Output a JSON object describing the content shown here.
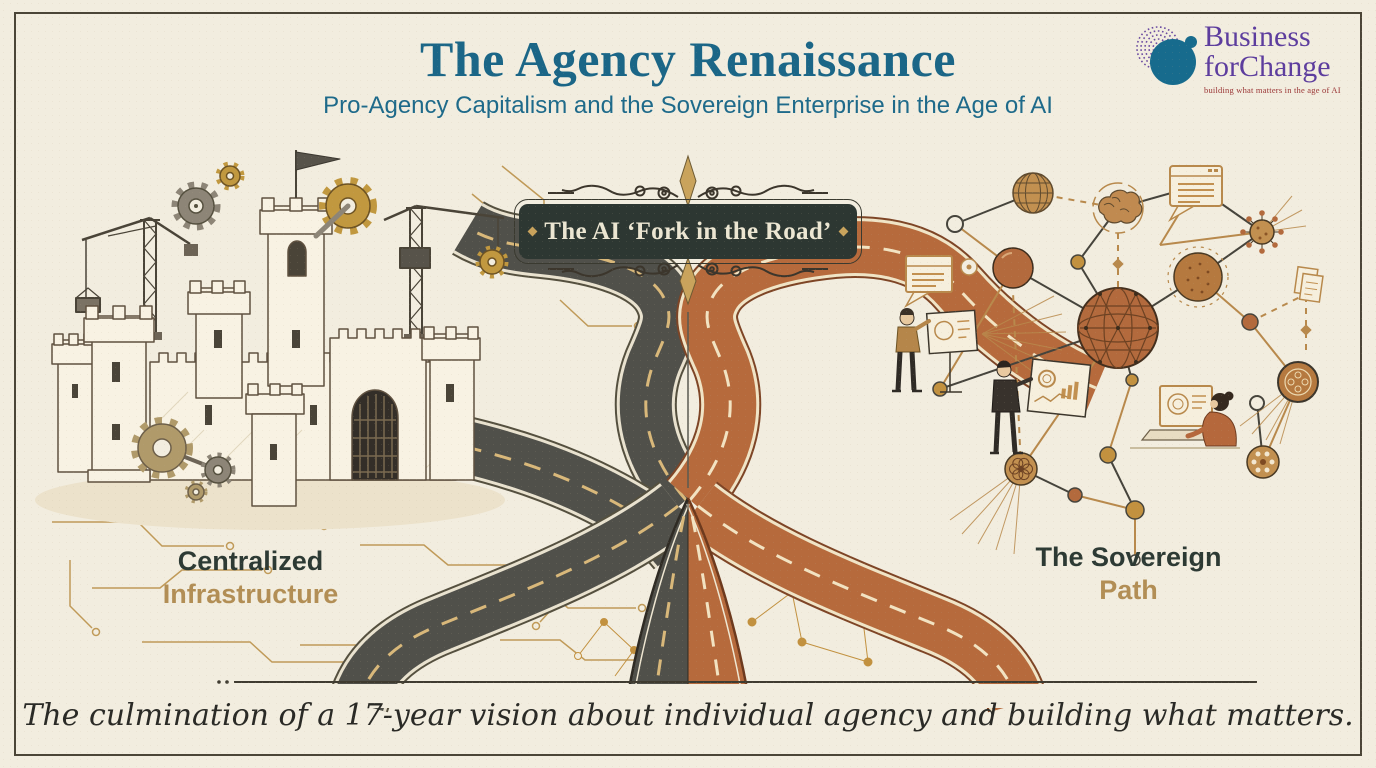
{
  "page": {
    "background": "#f2eddf",
    "frame_border": "#4b4537"
  },
  "header": {
    "title": "The Agency Renaissance",
    "subtitle": "Pro-Agency Capitalism and the Sovereign Enterprise in the Age of AI",
    "title_color": "#1b6687"
  },
  "logo": {
    "name_line1": "Business",
    "name_line2": "forChange",
    "tagline": "building what matters in the age of AI",
    "text_color": "#5d3d9e",
    "mark_color": "#176b8d",
    "tagline_color": "#993333"
  },
  "banner": {
    "label": "The AI ‘Fork in the Road’",
    "background": "#2d3732",
    "text_color": "#ece6d2",
    "ornament_color": "#c9a35c"
  },
  "fork": {
    "label_primary_color": "#2d3a34",
    "label_accent_color": "#b28e55",
    "left": {
      "label_line1": "Centralized",
      "label_line2": "Infrastructure",
      "road_color": "#50504a",
      "illustration": "fortress castle under construction with cranes, gears and circuit traces",
      "icons": [
        "castle-icon",
        "flag-icon",
        "crane-icon",
        "gear-icon",
        "circuit-trace-icon"
      ]
    },
    "right": {
      "label_line1": "The Sovereign",
      "label_line2": "Path",
      "road_color": "#b66a3c",
      "illustration": "decentralized network of people, screens and connected nodes",
      "icons": [
        "globe-icon",
        "brain-icon",
        "browser-window-icon",
        "network-sphere-icon",
        "molecule-icon",
        "coin-icon",
        "document-icon",
        "person-presenting-icon",
        "person-at-laptop-icon"
      ]
    }
  },
  "footer": {
    "tagline": "The culmination of a 17-year vision about individual agency and building what matters."
  }
}
